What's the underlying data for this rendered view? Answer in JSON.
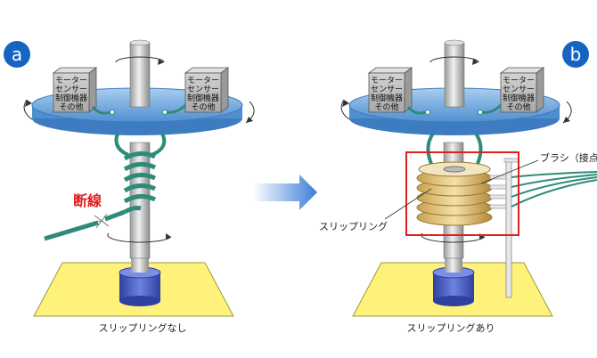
{
  "panels": [
    {
      "badge": "a",
      "box_lines": [
        "モーター",
        "センサー",
        "制御機器",
        "その他"
      ],
      "caption": "スリップリングなし",
      "break_label": "断線"
    },
    {
      "badge": "b",
      "box_lines": [
        "モーター",
        "センサー",
        "制御機器",
        "その他"
      ],
      "caption": "スリップリングあり",
      "slipring_label": "スリップリング",
      "brush_label": "ブラシ（接点"
    }
  ],
  "colors": {
    "badge": "#1565c0",
    "disk": "#6fa8dc",
    "base": "#fff27a",
    "motor": "#4a5fc1",
    "cable": "#2e8b7a",
    "ring": "#e8c880",
    "highlight": "#e02020",
    "break_text": "#e02020",
    "arrow": "#3b7dd8"
  }
}
